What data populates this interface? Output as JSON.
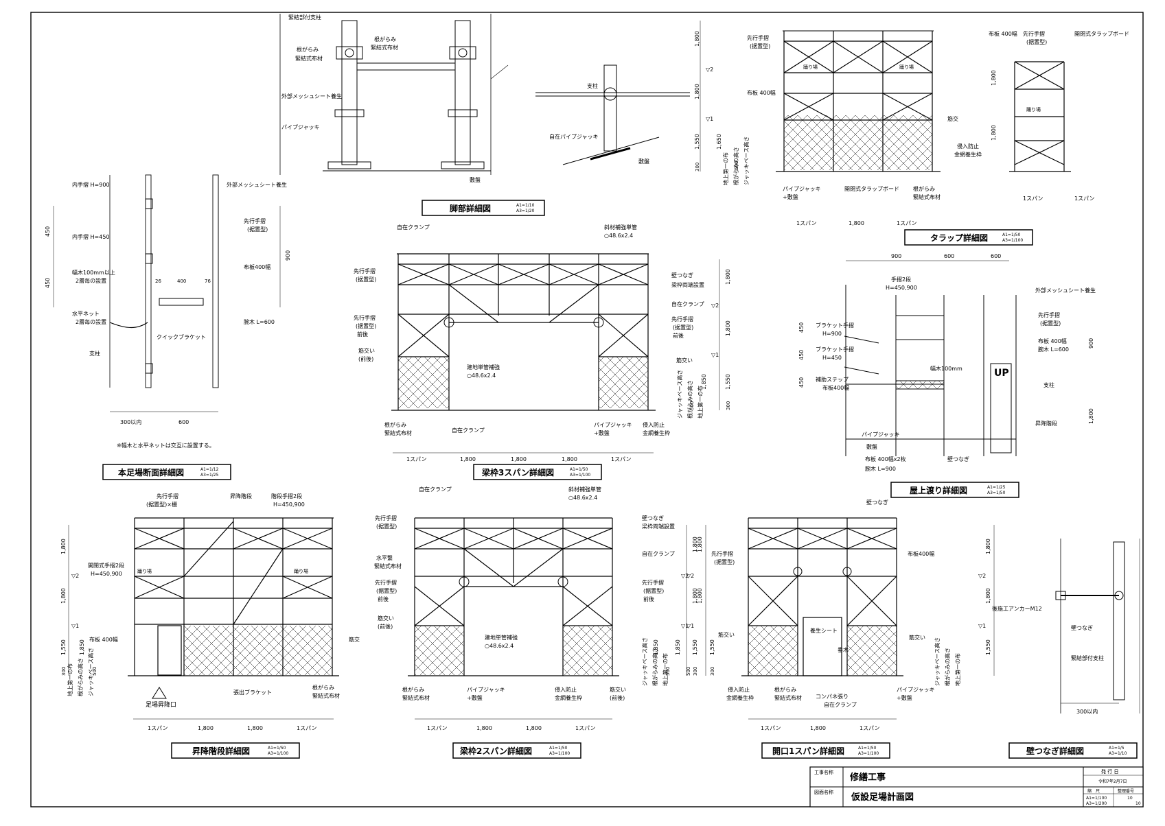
{
  "sheet": {
    "title_block": {
      "project_label": "工事名称",
      "project_name": "修繕工事",
      "drawing_label": "図面名称",
      "drawing_name": "仮設足場計画図",
      "issue_label": "発 行 日",
      "issue_date": "令和7年2月7日",
      "scale_label": "縮　尺",
      "number_label": "整理番号",
      "scale_a1": "A1=1/100",
      "scale_a3": "A3=1/200",
      "number_top": "10",
      "number_bottom": "10"
    }
  },
  "views": {
    "kyakubu": {
      "title": "脚部詳細図",
      "scale_a1": "A1=1/10",
      "scale_a3": "A3=1/20",
      "labels": [
        "緊結部付支柱",
        "根がらみ",
        "緊結式布材",
        "外部メッシュシート養生",
        "パイプジャッキ",
        "敷盤",
        "支柱",
        "自在パイプジャッキ"
      ],
      "main_labels": {
        "negarami": "根がらみ",
        "kinketsu": "緊結式布材",
        "zairyo": "根がらみ"
      }
    },
    "danmen": {
      "title": "本足場断面詳細図",
      "scale_a1": "A1=1/12",
      "scale_a3": "A3=1/25",
      "labels": [
        "内手摺 H=900",
        "内手摺 H=450",
        "幅木100mm以上",
        "2層毎の設置",
        "水平ネット",
        "2層毎の設置",
        "クイックブラケット",
        "支柱",
        "外部メッシュシート養生",
        "先行手摺",
        "(据置型)",
        "布板400幅",
        "腕木 L=600"
      ],
      "dims": [
        "450",
        "450",
        "900",
        "26",
        "400",
        "76",
        "300以内",
        "600"
      ],
      "note": "※幅木と水平ネットは交互に設置する。"
    },
    "tarappu": {
      "title": "タラップ詳細図",
      "scale_a1": "A1=1/50",
      "scale_a3": "A3=1/100",
      "labels": [
        "先行手摺",
        "(据置型)",
        "布板 400幅",
        "筋交",
        "侵入防止",
        "金網養生枠",
        "パイプジャッキ",
        "+敷盤",
        "開閉式タラップボード",
        "根がらみ",
        "緊結式布材",
        "踊り場",
        "踊り場",
        "布板 400幅",
        "先行手摺",
        "(据置型)",
        "開閉式タラップボード",
        "踊り場"
      ],
      "dims": [
        "1,800",
        "1,800",
        "1,650",
        "500",
        "300",
        "1,550",
        "1スパン",
        "1,800",
        "1スパン",
        "1,800",
        "1,800",
        "1スパン",
        "1スパン"
      ],
      "levels": [
        "▽2",
        "▽1"
      ],
      "vertical_labels": [
        "地上第一の布",
        "根がらみの高さ",
        "ジャッキベース高さ"
      ]
    },
    "hari3": {
      "title": "梁枠3スパン詳細図",
      "scale_a1": "A1=1/50",
      "scale_a3": "A3=1/100",
      "labels": [
        "自在クランプ",
        "斜材補強単管",
        "○48.6x2.4",
        "先行手摺",
        "(据置型)",
        "壁つなぎ",
        "梁枠両端設置",
        "自在クランプ",
        "先行手摺",
        "(据置型)",
        "前後",
        "先行手摺",
        "(据置型)",
        "前後",
        "筋交い",
        "(前後)",
        "建地単管補強",
        "○48.6x2.4",
        "筋交い",
        "根がらみ",
        "緊結式布材",
        "自在クランプ",
        "パイプジャッキ",
        "+敷盤",
        "侵入防止",
        "金網養生枠"
      ],
      "dims": [
        "1スパン",
        "1,800",
        "1,800",
        "1,800",
        "1スパン",
        "1,800",
        "1,800",
        "1,850",
        "500",
        "300",
        "1,550"
      ],
      "levels": [
        "▽2",
        "▽1"
      ],
      "vertical_labels": [
        "ジャッキベース高さ",
        "根がらみの高さ",
        "地上第一の布"
      ]
    },
    "okujo": {
      "title": "屋上渡り詳細図",
      "scale_a1": "A1=1/25",
      "scale_a3": "A3=1/50",
      "labels": [
        "手摺2段",
        "H=450,900",
        "外部メッシュシート養生",
        "ブラケット手摺",
        "H=900",
        "ブラケット手摺",
        "H=450",
        "補助ステップ",
        "布板400幅",
        "先行手摺",
        "(据置型)",
        "布板 400幅",
        "腕木 L=600",
        "幅木100mm",
        "UP",
        "支柱",
        "昇降階段",
        "パイプジャッキ",
        "敷盤",
        "布板 400幅x2枚",
        "腕木 L=900",
        "壁つなぎ"
      ],
      "dims": [
        "900",
        "600",
        "600",
        "450",
        "450",
        "450",
        "900",
        "1,800"
      ]
    },
    "shoko": {
      "title": "昇降階段詳細図",
      "scale_a1": "A1=1/50",
      "scale_a3": "A3=1/100",
      "labels": [
        "先行手摺",
        "(据置型)×棚",
        "昇降階段",
        "階段手摺2段",
        "H=450,900",
        "開閉式手摺2段",
        "H=450,900",
        "踊り場",
        "踊り場",
        "布板 400幅",
        "筋交",
        "張出ブラケット",
        "根がらみ",
        "緊結式布材",
        "足場昇降口"
      ],
      "dims": [
        "1,800",
        "1,800",
        "1,850",
        "500",
        "300",
        "1,550",
        "1スパン",
        "1,800",
        "1,800",
        "1スパン"
      ],
      "levels": [
        "▽2",
        "▽1"
      ],
      "vertical_labels": [
        "地上第一の布",
        "根がらみの高さ",
        "ジャッキベース高さ"
      ]
    },
    "hari2": {
      "title": "梁枠2スパン詳細図",
      "scale_a1": "A1=1/50",
      "scale_a3": "A3=1/100",
      "labels": [
        "自在クランプ",
        "斜材補強単管",
        "○48.6x2.4",
        "先行手摺",
        "(据置型)",
        "壁つなぎ",
        "梁枠両端設置",
        "水平繋",
        "緊結式布材",
        "自在クランプ",
        "先行手摺",
        "(据置型)",
        "前後",
        "先行手摺",
        "(据置型)",
        "前後",
        "筋交い",
        "(前後)",
        "建地単管補強",
        "○48.6x2.4",
        "根がらみ",
        "緊結式布材",
        "パイプジャッキ",
        "+敷盤",
        "侵入防止",
        "金網養生枠",
        "筋交い",
        "(前後)"
      ],
      "dims": [
        "1スパン",
        "1,800",
        "1,800",
        "1スパン",
        "1,800",
        "1,800",
        "1,850",
        "500",
        "300",
        "1,550"
      ],
      "levels": [
        "▽2",
        "▽1"
      ],
      "vertical_labels": [
        "ジャッキベース高さ",
        "根がらみの高さ",
        "地上第一の布"
      ]
    },
    "kaiko": {
      "title": "開口1スパン詳細図",
      "scale_a1": "A1=1/50",
      "scale_a3": "A3=1/100",
      "labels": [
        "壁つなぎ",
        "先行手摺",
        "(据置型)",
        "布板400幅",
        "養生シート",
        "筋交い",
        "筋交い",
        "垂木",
        "侵入防止",
        "金網養生枠",
        "根がらみ",
        "緊結式布材",
        "コンパネ張り",
        "自在クランプ",
        "パイプジャッキ",
        "+敷盤"
      ],
      "dims": [
        "1,800",
        "1,800",
        "1,850",
        "500",
        "300",
        "1,550",
        "1スパン",
        "1,800",
        "1スパン"
      ],
      "levels": [
        "▽2",
        "▽1"
      ],
      "vertical_labels": [
        "ジャッキベース高さ",
        "根がらみの高さ",
        "地上第一の布"
      ]
    },
    "kabe": {
      "title": "壁つなぎ詳細図",
      "scale_a1": "A1=1/5",
      "scale_a3": "A3=1/10",
      "labels": [
        "後施工アンカーM12",
        "壁つなぎ",
        "緊結部付支柱"
      ],
      "dims": [
        "1,800",
        "1,800",
        "1,550",
        "300以内"
      ],
      "levels": [
        "▽2",
        "▽1"
      ]
    }
  }
}
